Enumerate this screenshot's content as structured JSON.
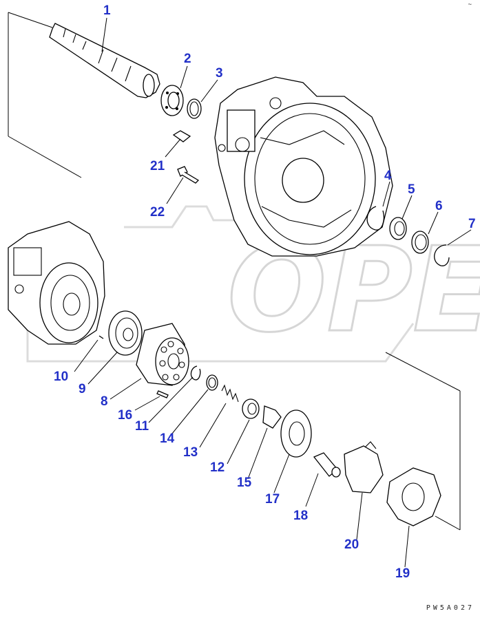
{
  "diagram": {
    "drawing_code": "PW5A027",
    "corner_mark": "~",
    "watermark": "OPEX",
    "colors": {
      "callout": "#2230c8",
      "line": "#000000",
      "watermark": "#d9d9d9"
    },
    "callouts": [
      {
        "id": "1",
        "text": "1"
      },
      {
        "id": "2",
        "text": "2"
      },
      {
        "id": "3",
        "text": "3"
      },
      {
        "id": "4",
        "text": "4"
      },
      {
        "id": "5",
        "text": "5"
      },
      {
        "id": "6",
        "text": "6"
      },
      {
        "id": "7",
        "text": "7"
      },
      {
        "id": "8",
        "text": "8"
      },
      {
        "id": "9",
        "text": "9"
      },
      {
        "id": "10",
        "text": "10"
      },
      {
        "id": "11",
        "text": "11"
      },
      {
        "id": "12",
        "text": "12"
      },
      {
        "id": "13",
        "text": "13"
      },
      {
        "id": "14",
        "text": "14"
      },
      {
        "id": "15",
        "text": "15"
      },
      {
        "id": "16",
        "text": "16"
      },
      {
        "id": "17",
        "text": "17"
      },
      {
        "id": "18",
        "text": "18"
      },
      {
        "id": "19",
        "text": "19"
      },
      {
        "id": "20",
        "text": "20"
      },
      {
        "id": "21",
        "text": "21"
      },
      {
        "id": "22",
        "text": "22"
      }
    ]
  }
}
